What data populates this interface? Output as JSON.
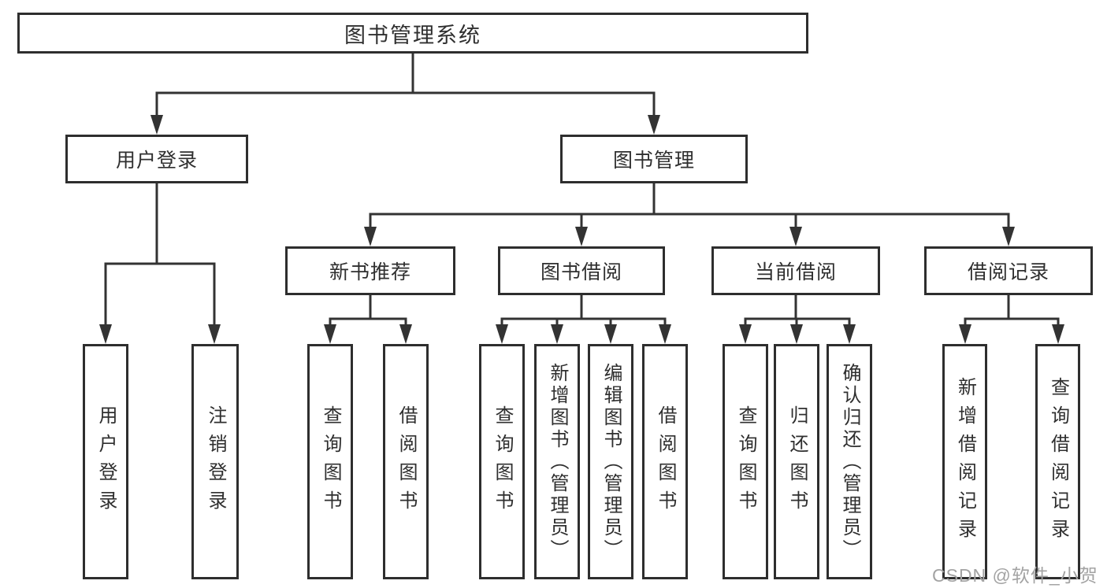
{
  "diagram": {
    "root": {
      "label": "图书管理系统"
    },
    "children": [
      {
        "label": "用户登录",
        "children": [
          {
            "label": "用户登录"
          },
          {
            "label": "注销登录"
          }
        ]
      },
      {
        "label": "图书管理",
        "children": [
          {
            "label": "新书推荐",
            "children": [
              {
                "label": "查询图书"
              },
              {
                "label": "借阅图书"
              }
            ]
          },
          {
            "label": "图书借阅",
            "children": [
              {
                "label": "查询图书"
              },
              {
                "label": "新增图书（管理员）"
              },
              {
                "label": "编辑图书（管理员）"
              },
              {
                "label": "借阅图书"
              }
            ]
          },
          {
            "label": "当前借阅",
            "children": [
              {
                "label": "查询图书"
              },
              {
                "label": "归还图书"
              },
              {
                "label": "确认归还（管理员）"
              }
            ]
          },
          {
            "label": "借阅记录",
            "children": [
              {
                "label": "新增借阅记录"
              },
              {
                "label": "查询借阅记录"
              }
            ]
          }
        ]
      }
    ]
  },
  "watermark": {
    "text": "CSDN @软件_小贺同学"
  },
  "colors": {
    "background": "#ffffff",
    "line": "#333333",
    "box_border": "#2e2e2e",
    "text": "#2f2f2f",
    "watermark": "#a3a3a3"
  }
}
